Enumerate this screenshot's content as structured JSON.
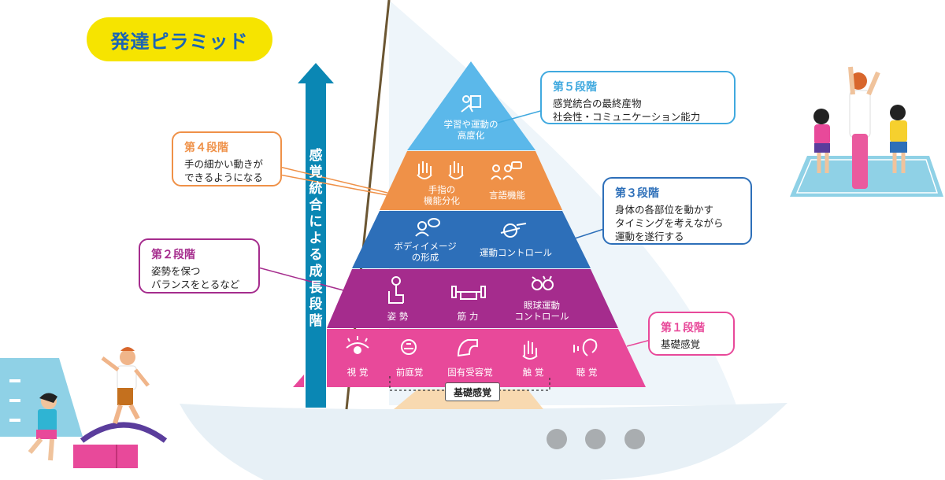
{
  "title": "発達ピラミッド",
  "arrow_label": "感覚統合による成長段階",
  "base_tag": "基礎感覚",
  "levels": {
    "l5": {
      "items": [
        {
          "label": "学習や運動の\n高度化",
          "icon": "study-icon"
        }
      ]
    },
    "l4": {
      "items": [
        {
          "label": "手指の\n機能分化",
          "icon": "hands-icon"
        },
        {
          "label": "言語機能",
          "icon": "talk-icon"
        }
      ]
    },
    "l3": {
      "items": [
        {
          "label": "ボディイメージ\nの形成",
          "icon": "body-image-icon"
        },
        {
          "label": "運動コントロール",
          "icon": "motor-icon"
        }
      ]
    },
    "l2": {
      "items": [
        {
          "label": "姿 勢",
          "icon": "posture-icon"
        },
        {
          "label": "筋 力",
          "icon": "dumbbell-icon"
        },
        {
          "label": "眼球運動\nコントロール",
          "icon": "eyes-icon"
        }
      ]
    },
    "l1": {
      "items": [
        {
          "label": "視 覚",
          "icon": "eye-icon"
        },
        {
          "label": "前庭覚",
          "icon": "vestibular-icon"
        },
        {
          "label": "固有受容覚",
          "icon": "muscle-icon"
        },
        {
          "label": "触 覚",
          "icon": "hand-icon"
        },
        {
          "label": "聴 覚",
          "icon": "ear-icon"
        }
      ]
    }
  },
  "callouts": {
    "s5": {
      "heading": "第５段階",
      "lines": [
        "感覚統合の最終産物",
        "社会性・コミュニケーション能力"
      ]
    },
    "s4": {
      "heading": "第４段階",
      "lines": [
        "手の細かい動きが",
        "できるようになる"
      ]
    },
    "s3": {
      "heading": "第３段階",
      "lines": [
        "身体の各部位を動かす",
        "タイミングを考えながら",
        "運動を遂行する"
      ]
    },
    "s2": {
      "heading": "第２段階",
      "lines": [
        "姿勢を保つ",
        "バランスをとるなど"
      ]
    },
    "s1": {
      "heading": "第１段階",
      "lines": [
        "基礎感覚"
      ]
    }
  },
  "colors": {
    "title_bg": "#f6e400",
    "title_text": "#1a64b5",
    "level5": "#5bb8ea",
    "level4": "#ef9148",
    "level3": "#2d6fb9",
    "level2": "#a52c8d",
    "level1": "#e8499a",
    "arrow": "#0a87b4",
    "stage5": "#40a9df",
    "stage4": "#ef9148",
    "stage3": "#2d6fb9",
    "stage2": "#a52c8d",
    "stage1": "#e8499a"
  }
}
